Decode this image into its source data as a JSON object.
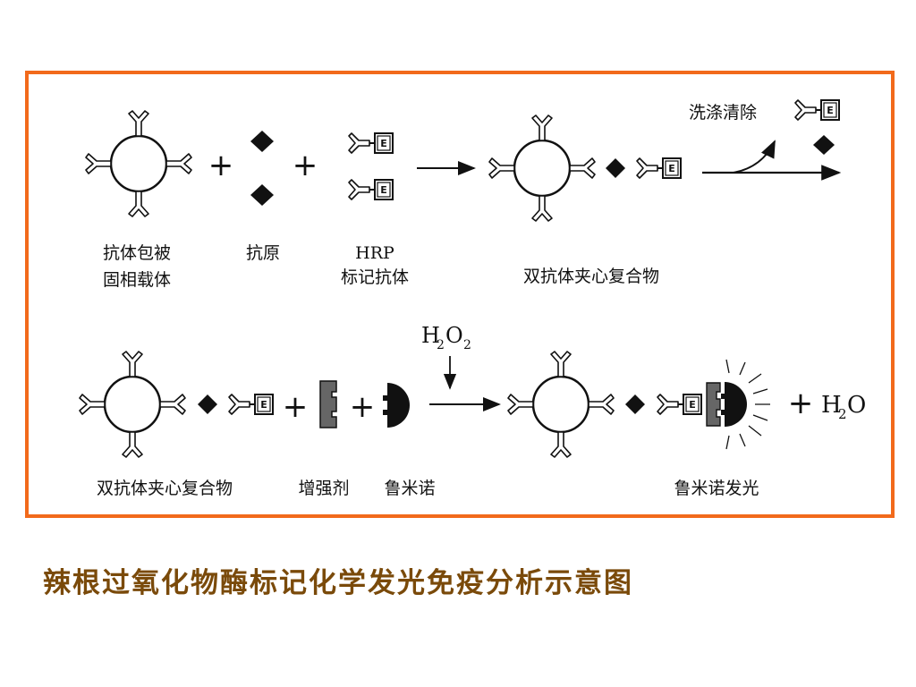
{
  "colors": {
    "frame": "#f26a1b",
    "caption": "#7a4a0a",
    "ink": "#111111",
    "antigen": "#111111"
  },
  "row1": {
    "labels": {
      "carrier_line1": "抗体包被",
      "carrier_line2": "固相载体",
      "antigen": "抗原",
      "hrp_line1": "HRP",
      "hrp_line2": "标记抗体",
      "complex": "双抗体夹心复合物",
      "wash": "洗涤清除"
    },
    "operators": {
      "plus1": "+",
      "plus2": "+"
    },
    "enzyme_mark": "E"
  },
  "row2": {
    "labels": {
      "complex": "双抗体夹心复合物",
      "enhancer": "增强剂",
      "luminol": "鲁米诺",
      "h2o2_H": "H",
      "h2o2_2a": "2",
      "h2o2_O": "O",
      "h2o2_2b": "2",
      "luminescence": "鲁米诺发光",
      "water_H": "H",
      "water_2": "2",
      "water_O": "O"
    },
    "operators": {
      "plus1": "+",
      "plus2": "+",
      "plus3": "+"
    },
    "enzyme_mark": "E"
  },
  "caption": "辣根过氧化物酶标记化学发光免疫分析示意图"
}
